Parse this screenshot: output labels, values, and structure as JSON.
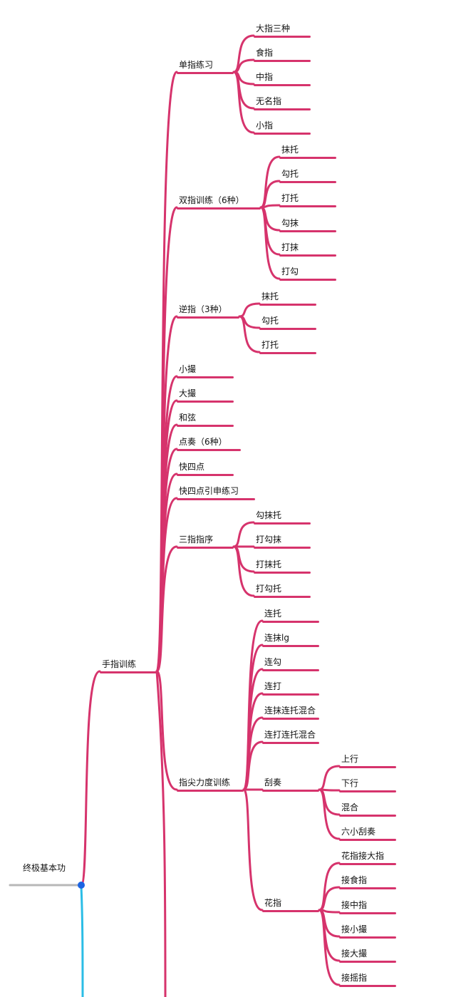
{
  "colors": {
    "branch": "#d6336c",
    "root_line": "#b7b7b7",
    "blue_line": "#2bbde6",
    "dot": "#1b64e3"
  },
  "root": {
    "label": "终极基本功"
  },
  "l1": {
    "label": "手指训练"
  },
  "groups": [
    {
      "label": "单指练习",
      "children": [
        "大指三种",
        "食指",
        "中指",
        "无名指",
        "小指"
      ]
    },
    {
      "label": "双指训练（6种）",
      "children": [
        "抹托",
        "勾托",
        "打托",
        "勾抹",
        "打抹",
        "打勾"
      ]
    },
    {
      "label": "逆指（3种）",
      "children": [
        "抹托",
        "勾托",
        "打托"
      ]
    },
    {
      "label": "小撮"
    },
    {
      "label": "大撮"
    },
    {
      "label": "和弦"
    },
    {
      "label": "点奏（6种）"
    },
    {
      "label": "快四点"
    },
    {
      "label": "快四点引申练习"
    },
    {
      "label": "三指指序",
      "children": [
        "勾抹托",
        "打勾抹",
        "打抹托",
        "打勾托"
      ]
    },
    {
      "label": "指尖力度训练",
      "children": [
        "连托",
        "连抹lg",
        "连勾",
        "连打",
        "连抹连托混合",
        "连打连托混合"
      ],
      "sub": [
        {
          "label": "刮奏",
          "children": [
            "上行",
            "下行",
            "混合",
            "六小刮奏"
          ]
        },
        {
          "label": "花指",
          "children": [
            "花指接大指",
            "接食指",
            "接中指",
            "接小撮",
            "接大撮",
            "接摇指"
          ]
        }
      ]
    }
  ]
}
